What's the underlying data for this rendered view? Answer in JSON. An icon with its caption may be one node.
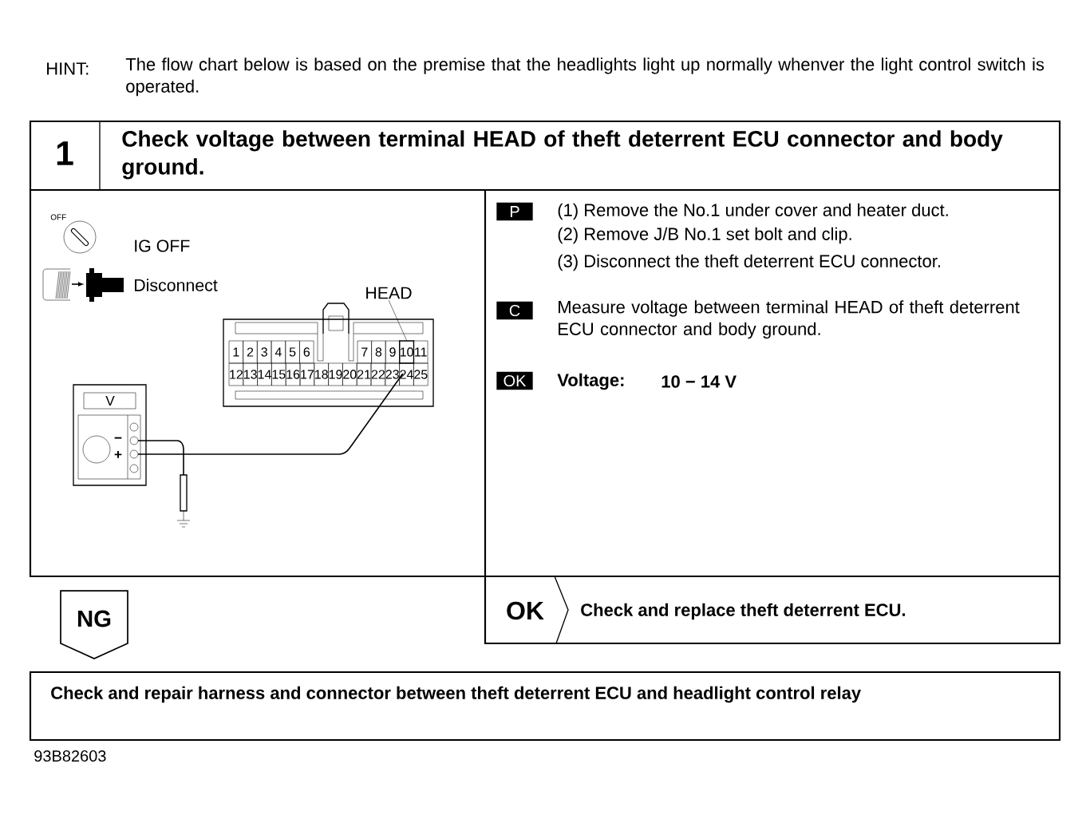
{
  "diagram": {
    "nodes": [
      {
        "text": [
          "1",
          "Check voltage between terminal HEAD of theft deterrent ECU connector and body ground."
        ]
      },
      {
        "text": [
          "HEAD"
        ]
      },
      {
        "text": [
          "10"
        ]
      },
      {
        "text": [
          "NG"
        ]
      },
      {
        "text": [
          "OK",
          "Check and replace theft deterrent ECU."
        ]
      },
      {
        "text": [
          "Check and repair harness and connector between theft deterrent ECU and headlight control relay"
        ]
      }
    ],
    "edges": [
      {
        "from": 1,
        "to": 2,
        "arrow": "none"
      }
    ],
    "labels": [
      "HINT:",
      "The flow chart below is based on the premise that the headlights light up normally whenver the light control switch is operated.",
      "OFF",
      "IG OFF",
      "Disconnect",
      "1",
      "2",
      "3",
      "4",
      "5",
      "6",
      "7",
      "8",
      "9",
      "11",
      "12",
      "13",
      "14",
      "15",
      "16",
      "17",
      "18",
      "19",
      "20",
      "21",
      "22",
      "23",
      "24",
      "25",
      "V",
      "−",
      "+",
      "P",
      "(1) Remove the No.1 under cover and heater duct.",
      "(2) Remove J/B No.1 set bolt and clip.",
      "(3) Disconnect the theft deterrent ECU connector.",
      "C",
      "Measure voltage between terminal HEAD of theft deterrent ECU connector and body ground.",
      "OK",
      "Voltage:",
      "10 − 14 V",
      "93B82603"
    ]
  }
}
